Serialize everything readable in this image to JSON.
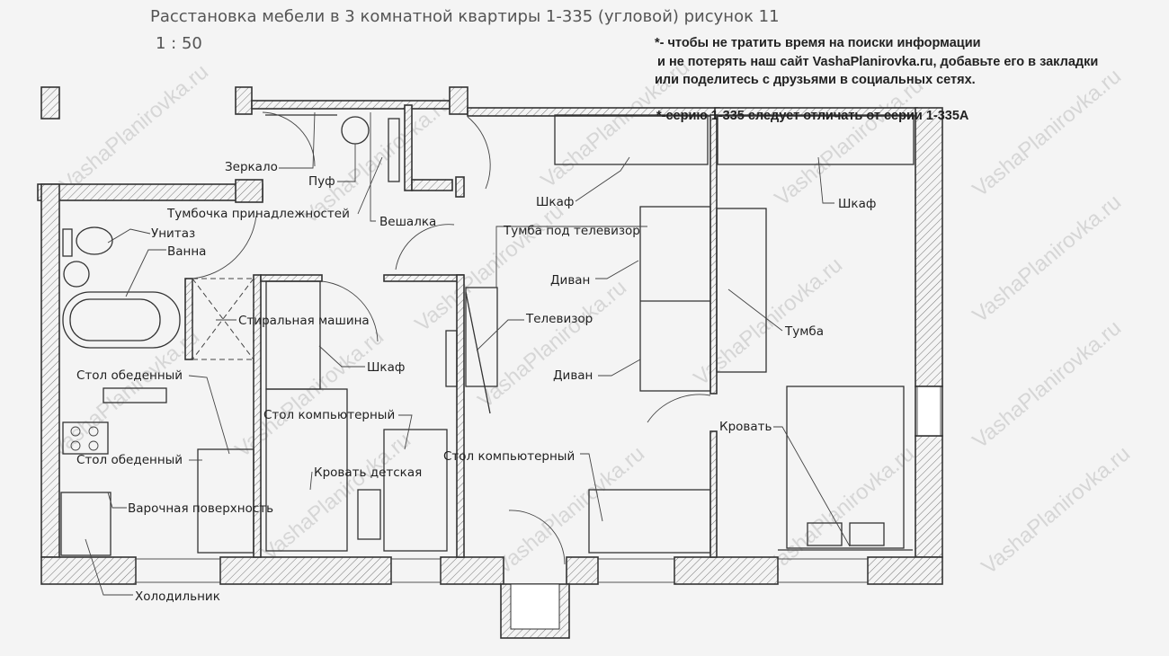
{
  "header": {
    "title": "Расстановка мебели в 3 комнатной квартиры 1-335 (угловой) рисунок 11",
    "scale": "1 : 50"
  },
  "notes": {
    "line1": "*- чтобы не тратить время на поиски информации",
    "line2": " и не потерять наш сайт VashaPlanirovka.ru, добавьте его в закладки",
    "line3": "или поделитесь с друзьями в социальных сетях.",
    "line4": "*-серию 1-335 следует отличать от серии 1-335А"
  },
  "watermark": "VashaPlanirovka.ru",
  "labels": {
    "mirror": "Зеркало",
    "pouf": "Пуф",
    "accessory_cabinet": "Тумбочка принадлежностей",
    "hanger": "Вешалка",
    "toilet": "Унитаз",
    "bath": "Ванна",
    "washing_machine": "Стиральная машина",
    "wardrobe_kids": "Шкаф",
    "dining_table_1": "Стол обеденный",
    "computer_desk_kids": "Стол компьютерный",
    "dining_table_2": "Стол обеденный",
    "kids_bed": "Кровать детская",
    "hob": "Варочная поверхность",
    "fridge": "Холодильник",
    "wardrobe_living": "Шкаф",
    "tv_stand": "Тумба под телевизор",
    "sofa_1": "Диван",
    "tv": "Телевизор",
    "sofa_2": "Диван",
    "computer_desk_living": "Стол компьютерный",
    "wardrobe_bedroom": "Шкаф",
    "nightstand": "Тумба",
    "bed": "Кровать"
  }
}
